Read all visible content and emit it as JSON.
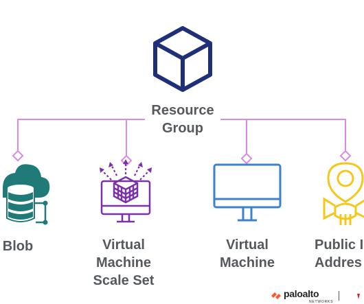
{
  "root": {
    "label": "Resource\nGroup"
  },
  "children": [
    {
      "label": "Blob",
      "icon": "blob-storage-icon"
    },
    {
      "label": "Virtual\nMachine\nScale Set",
      "icon": "vm-scale-set-icon"
    },
    {
      "label": "Virtual\nMachine",
      "icon": "virtual-machine-icon"
    },
    {
      "label": "Public I\nAddres",
      "icon": "public-ip-address-icon"
    }
  ],
  "colors": {
    "connector": "#d98ae6",
    "root_icon": "#1f2f7a",
    "blob": "#1f7a78",
    "scale_set": "#7b2fa8",
    "vm": "#3c82c8",
    "public_ip": "#f2c81c",
    "brand": "#fa582d"
  },
  "footer": {
    "brand": "paloalto",
    "sub": "NETWORKS"
  }
}
